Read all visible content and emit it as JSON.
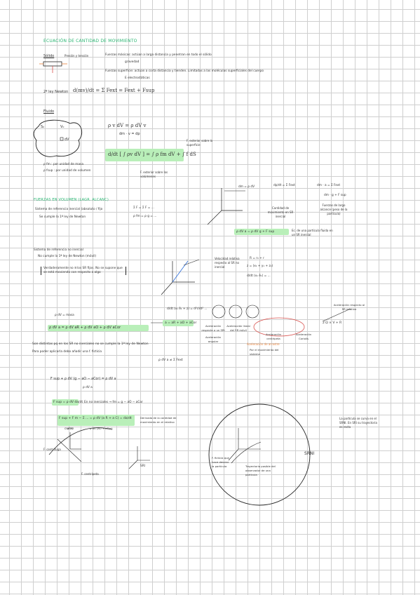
{
  "header": {
    "title": "ECUACIÓN DE CANTIDAD DE MOVIMIENTO"
  },
  "solido": {
    "label": "Sólido",
    "diagram_note": "Presión y tensión",
    "bullet1": "Fuerzas másicas: actúan a larga distancia y penetran en todo el sólido",
    "bullet1_sub": "gravedad",
    "bullet2": "Fuerzas superficie: actúan a corta distancia y tienden. Limitadas a las moléculas superficiales del cuerpo",
    "bullet2_sub": "E electrostáticas",
    "newton": "2ª ley Newton",
    "newton_eq": "d(mv)/dt = Σ Fext = Fext + Fsup"
  },
  "fluido": {
    "label": "Fluido",
    "blob_vol": "V₀",
    "blob_sup": "S₀",
    "blob_dv": "dV",
    "eq_top": "ρ v dV = ρ dV v",
    "eq_dm": "dm · v = dp",
    "eq_main": "d/dt [ ∫ ρv dV ] = ∫ ρ fm dV + ∫ f dS",
    "note_sup": "F. exterior sobre la superficie",
    "note_vol": "F. exterior sobre los volúmenes",
    "def_fm": "ρ fm : por unidad de masa",
    "def_fsup": "ρ fsup : por unidad de volumen"
  },
  "fuerzas": {
    "title": "FUERZAS EN VOLUMEN (LAGR. ALCANC)",
    "line1": "Sistema de referencia inercial (absoluto / fijo",
    "line2": "Se cumple la 1ª ley de Newton",
    "eq1": "Σ F = Σ F = ...",
    "eq2": "ρ fm = ρ g = ..."
  },
  "right_block": {
    "dm_eq": "dm = ρ dV",
    "eq_a": "dp/dt = Σ Fext",
    "eq_b": "dm · a = Σ Fext",
    "eq_c": "dm · g + F sup",
    "note_cantidad": "Cantidad de movimiento en SR inercial",
    "note_fuerzas": "Fuerzas de largo alcance (peso de la partícula)",
    "eq_main": "ρ dV a = ρ dV g + F sup",
    "note_ec": "Ec. de una partícula fluida en un SR inercial"
  },
  "noinercial": {
    "line1": "Sistema de referencia no inercial",
    "line2": "No cumple la 1ª ley de Newton (móvil)",
    "box": "Verdaderamente no ∃ los SR fijos. No se supone que se está moviendo con respecto a algo",
    "rel_note": "Velocidad relativa respecto al SR no inercial",
    "eq_r": "R = r₀ + r",
    "eq_r2": "z = (x₁ + y₁ + z₁)",
    "eq_d": "d/dt (x₁ ê₁) = ...",
    "eq_mid": "d/dt (x₁ ê₁ + z) = d²r/dt² ...",
    "eq_sum": "a = aR + aO + aCor",
    "lab_arr": "Aceleración respecto a un SRI",
    "lab_lin": "Aceleración lineal del SR móvil",
    "lab_cent": "Aceleración centrípeta",
    "lab_cor": "Aceleración Coriolis",
    "lab_ang": "Aceleración angular",
    "lab_arr2": "Aceleración respecto al SR relativo",
    "lab_inercial": "Aceleración de arrastre",
    "lab_inercial_sub": "Por el movimiento del sistema",
    "eq_right": "2 Ω × V + R",
    "pdm": "ρ dV = masa",
    "eq_pdv": "ρ dV a = ρ dV aR + ρ dV aO + ρ dV aCor",
    "dist_text": "Son distintas pq en los SR no inerciales no se cumple la 1ª ley de Newton",
    "dist_text2": "Para poder aplicarla debo añadir una f. ficticia",
    "eq_pdv2": "ρ dV a ≠ Σ Fext"
  },
  "ficticia": {
    "eq1": "F sup + ρ dV (g − aO − aCor) = ρ dV a",
    "eq1_sub": "ρ dV a",
    "eq2": "F sup = ρ dV da/dt",
    "eq2_note": "En no inerciales → fm = g − aO − aCor",
    "eq3": "F sup + F m − Σ ... = ρ dV (a R + a C) = da/dt",
    "eq3_note": "Derivada de la cantidad de movimiento en el relativo",
    "eq3_sub1": "ρ dV",
    "eq3_sub2": "ρ dV (aO + aCor)"
  },
  "bottom": {
    "lbl_centrifuga": "F. centrífuga",
    "lbl_centripeta": "F. centrípeta",
    "lbl_centro": "centro",
    "lbl_sri": "SRI",
    "lbl_srni": "SRNI",
    "lbl_ficticia": "F. ficticia que hace desviar la partícula",
    "lbl_trayectoria": "Trayectoria posible del observador de una partícula",
    "side_note": "La partícula se curva en el SRNI. En SRI su trayectoria es recta"
  },
  "colors": {
    "accent": "#2bb673",
    "highlight": "#b9efb9",
    "orange": "#e8823a",
    "red": "#d9534f",
    "grid": "#cfcfcf"
  }
}
